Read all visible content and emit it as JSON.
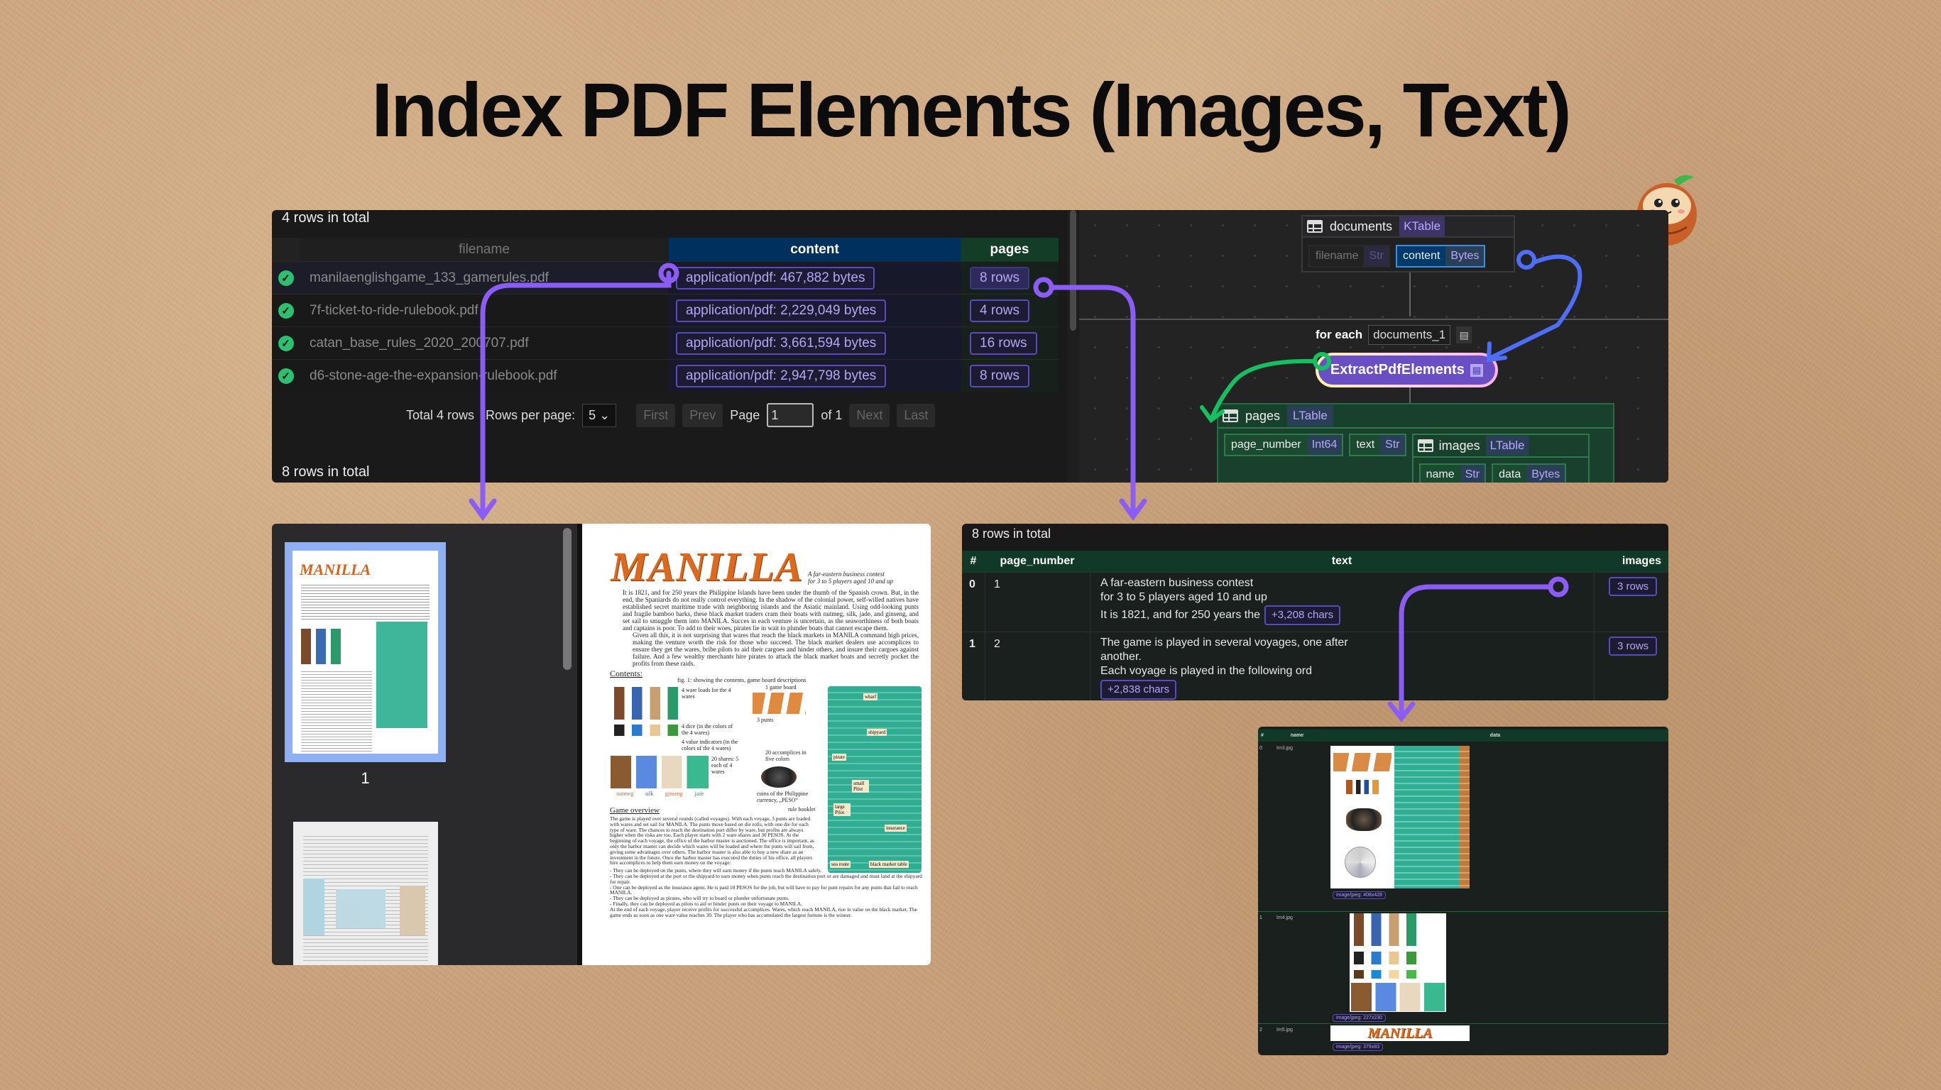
{
  "title": "Index PDF Elements (Images, Text)",
  "colors": {
    "background": "#c9a27b",
    "accent_purple": "#8b5cf6",
    "connector_blue": "#4f6ef7",
    "connector_green": "#16c060",
    "content_header": "#00315e",
    "pages_header": "#143d28"
  },
  "documents_table": {
    "row_count_label": "4 rows in total",
    "columns": {
      "filename": "filename",
      "content": "content",
      "pages": "pages"
    },
    "rows": [
      {
        "status": "check-icon",
        "filename": "manilaenglishgame_133_gamerules.pdf",
        "content": "application/pdf: 467,882 bytes",
        "pages": "8 rows"
      },
      {
        "status": "check-icon",
        "filename": "7f-ticket-to-ride-rulebook.pdf",
        "content": "application/pdf: 2,229,049 bytes",
        "pages": "4 rows"
      },
      {
        "status": "check-icon",
        "filename": "catan_base_rules_2020_200707.pdf",
        "content": "application/pdf: 3,661,594 bytes",
        "pages": "16 rows"
      },
      {
        "status": "check-icon",
        "filename": "d6-stone-age-the-expansion-rulebook.pdf",
        "content": "application/pdf: 2,947,798 bytes",
        "pages": "8 rows"
      }
    ],
    "pagination": {
      "total": "Total 4 rows",
      "rows_per_page_label": "Rows per page:",
      "rows_per_page": "5",
      "first": "First",
      "prev": "Prev",
      "page_label": "Page",
      "page": "1",
      "of": "of 1",
      "next": "Next",
      "last": "Last"
    },
    "next_table_label": "8 rows in total"
  },
  "diagram": {
    "documents": {
      "name": "documents",
      "type": "KTable",
      "fields": [
        {
          "name": "filename",
          "type": "Str"
        },
        {
          "name": "content",
          "type": "Bytes"
        }
      ]
    },
    "for_each_label": "for each",
    "for_each_value": "documents_1",
    "function": "ExtractPdfElements",
    "pages": {
      "name": "pages",
      "type": "LTable",
      "fields": [
        {
          "name": "page_number",
          "type": "Int64"
        },
        {
          "name": "text",
          "type": "Str"
        }
      ],
      "images": {
        "name": "images",
        "type": "LTable",
        "fields": [
          {
            "name": "name",
            "type": "Str"
          },
          {
            "name": "data",
            "type": "Bytes"
          }
        ]
      }
    }
  },
  "pdf_viewer": {
    "thumbnail_page_label": "1",
    "page": {
      "logo": "MANILLA",
      "subtitle": [
        "A far-eastern business contest",
        "for 3 to 5 players aged 10 and up"
      ],
      "intro": "It is 1821, and for 250 years the Philippine Islands have been under the thumb of the Spanish crown. But, in the end, the Spaniards do not really control everything. In the shadow of the colonial power, self-willed natives have established secret maritime trade with neighboring islands and the Asiatic mainland. Using odd-looking punts and fragile bamboo barks, these black market traders cram their boats with nutmeg, silk, jade, and ginseng, and set sail to smuggle them into MANILA. Succes in each venture is uncertain, as the seaworthiness of both boats and captains is poor. To add to their woes, pirates lie in wait to plunder boats that cannot escape them.",
      "intro2": "Given all this, it is not surprising that wares that reach the black markets in MANILA command high prices, making the venture worth the risk for those who succeed. The black market dealers use accomplices to ensure they get the wares, bribe pilots to aid their cargoes and hinder others, and insure their cargoes against failure. And a few wealthy merchants hire pirates to attack the black market boats and secretly pocket the profits from these raids.",
      "contents_heading": "Contents:",
      "fig_caption": "fig. 1: showing the contents, game board descriptions",
      "labels": {
        "ware_loads": "4 ware loads for the 4 wares",
        "game_board": "1 game board",
        "punts": "3 punts",
        "dice": "4 dice (in the colors of the 4 wares)",
        "value_indicators": "4 value indicators (in the colors of the 4 wares)",
        "accomplices": "20 accomplices in five colors",
        "shares": "20 shares: 5 each of 4 wares",
        "coins": "coins of the Philippine currency, „PESO“",
        "rule_booklet": "rule booklet",
        "wares": [
          "nutmeg",
          "silk",
          "ginseng",
          "jade"
        ],
        "board": [
          "wharf",
          "shipyard",
          "pirate",
          "small Pilot",
          "large Pilot",
          "insurance",
          "sea route",
          "black market table"
        ]
      },
      "overview_heading": "Game overview",
      "overview": "The game is played over several rounds (called voyages). With each voyage, 3 punts are loaded with wares and set sail for MANILA. The punts move based on die rolls, with one die for each type of ware. The chances to reach the destination port differ by ware, but profits are always higher when the risks are too. Each player starts with 2 ware shares and 30 PESOS. At the beginning of each voyage, the office of the harbor master is auctioned. The office is important, as only the harbor master can decide which wares will be loaded and where the punts will sail from, giving some advantages over others. The harbor master is also able to buy a new share as an investment in the future. Once the harbor master has executed the duties of his office, all players hire accomplices to help them earn money on the voyage:",
      "overview_list": [
        "- They can be deployed on the punts, where they will earn money if the punts reach MANILA safely.",
        "- They can be deployed at the port or the shipyard to earn money when punts reach the destination port or are damaged and must land at the shipyard for repair.",
        "- One can be deployed as the insurance agent. He is paid 10 PESOS for the job, but will have to pay for punt repairs for any punts that fail to reach MANILA.",
        "- They can be deployed as pirates, who will try to board or plunder unfortunate punts.",
        "- Finally, they can be deployed as pilots to aid or hinder punts on their voyage to MANILA."
      ],
      "overview_end": "At the end of each voyage, player receive profits for successful accomplices. Wares, which reach MANILA, rise in value on the black market. The game ends as soon as one ware value reaches 30. The player who has accumulated the largest fortune is the winner."
    }
  },
  "pages_table": {
    "row_count_label": "8 rows in total",
    "columns": {
      "index": "#",
      "page_number": "page_number",
      "text": "text",
      "images": "images"
    },
    "rows": [
      {
        "index": "0",
        "page_number": "1",
        "text_lines": [
          "A far-eastern business contest",
          "for 3 to 5 players aged 10 and up",
          "It is 1821, and for 250 years the"
        ],
        "more": "+3,208 chars",
        "images": "3 rows"
      },
      {
        "index": "1",
        "page_number": "2",
        "text_lines": [
          "The game is played in several voyages, one after",
          "another.",
          "Each voyage is played in the following ord"
        ],
        "more": "+2,838 chars",
        "images": "3 rows"
      }
    ]
  },
  "images_table": {
    "columns": {
      "index": "#",
      "name": "name",
      "data": "data"
    },
    "rows": [
      {
        "index": "0",
        "name": "Im3.jpg",
        "data": "image/jpeg: 408x428"
      },
      {
        "index": "1",
        "name": "Im4.jpg",
        "data": "image/jpeg: 227x230"
      },
      {
        "index": "2",
        "name": "Im5.jpg",
        "data": "image/jpeg: 379x83",
        "logo": "MANILLA"
      }
    ]
  }
}
